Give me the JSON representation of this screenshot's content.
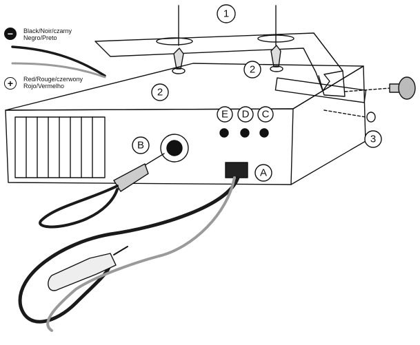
{
  "wires": {
    "negative": {
      "symbol": "−",
      "line1": "Black/Noir/czarny",
      "line2": "Negro/Preto"
    },
    "positive": {
      "symbol": "+",
      "line1": "Red/Rouge/czerwony",
      "line2": "Rojo/Vermelho"
    }
  },
  "callouts": {
    "bracket": "1",
    "screw_left": "2",
    "screw_right": "2",
    "washer": "3",
    "power_port": "A",
    "antenna_port": "B",
    "jack_c": "C",
    "jack_d": "D",
    "jack_e": "E"
  },
  "colors": {
    "ink": "#111111",
    "wire_black": "#1a1a1a",
    "wire_gray": "#9a9a9a",
    "paper": "#ffffff"
  }
}
